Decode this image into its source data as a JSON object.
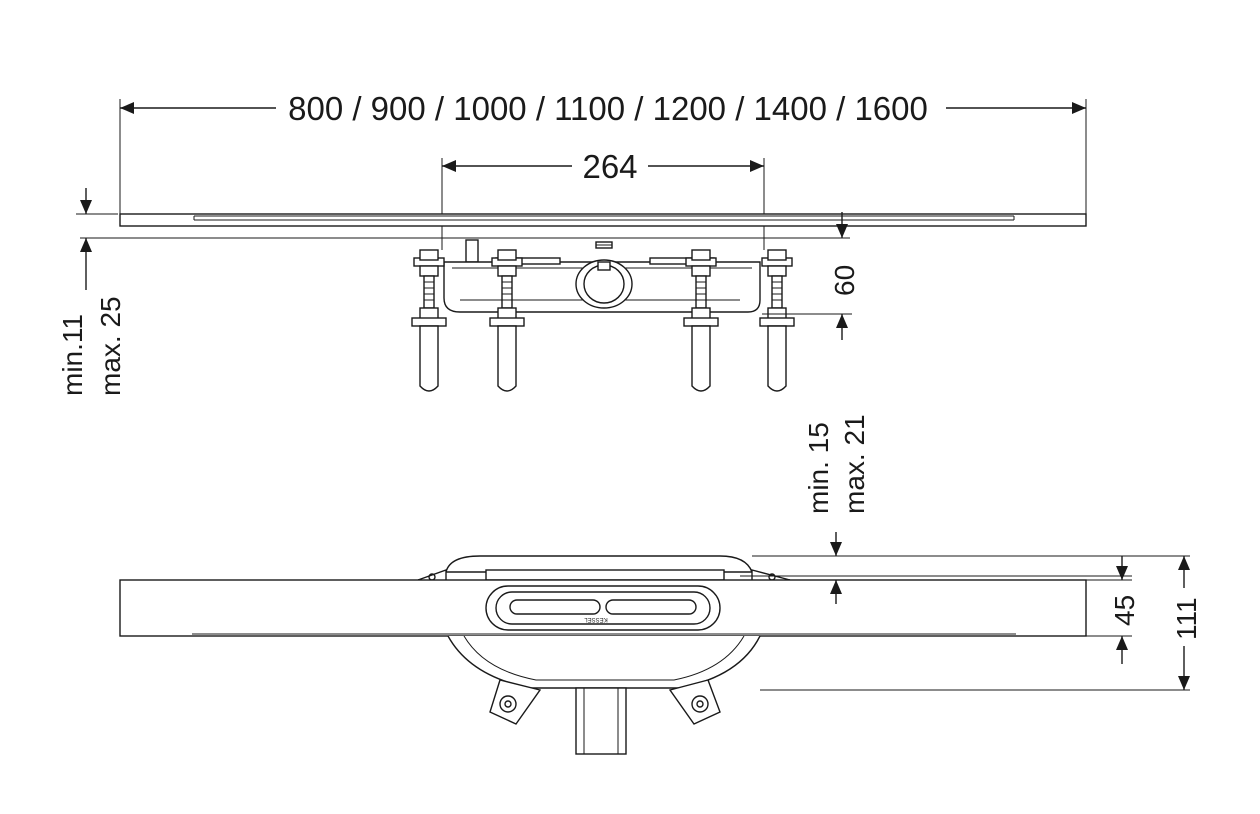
{
  "dimensions": {
    "lengths": "800 / 900 / 1000 / 1100 / 1200 / 1400 / 1600",
    "center_distance": "264",
    "body_height": "60",
    "grate_height_min": "min.11",
    "grate_height_max": "max. 25",
    "tile_height_min": "min. 15",
    "tile_height_max": "max. 21",
    "width": "45",
    "total_width": "111"
  },
  "logo": {
    "brand": "KESSEL"
  },
  "colors": {
    "line": "#1a1a1a",
    "background": "#ffffff",
    "fill_light": "#f2f2f2"
  }
}
